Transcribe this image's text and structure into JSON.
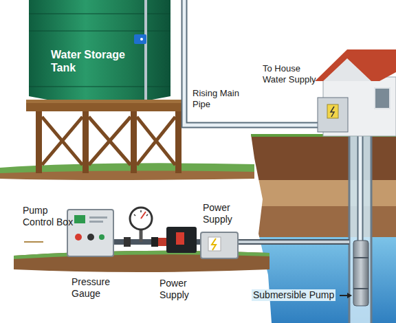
{
  "diagram": {
    "nodes": [
      {
        "text": [
          "Water Storage Tank"
        ]
      }
    ],
    "labels": [
      "To House Water Supply",
      "Rising Main Pipe",
      "Power Supply",
      "Pump Control Box",
      "Pressure Gauge",
      "Power Supply",
      "Submersible Pump"
    ]
  }
}
